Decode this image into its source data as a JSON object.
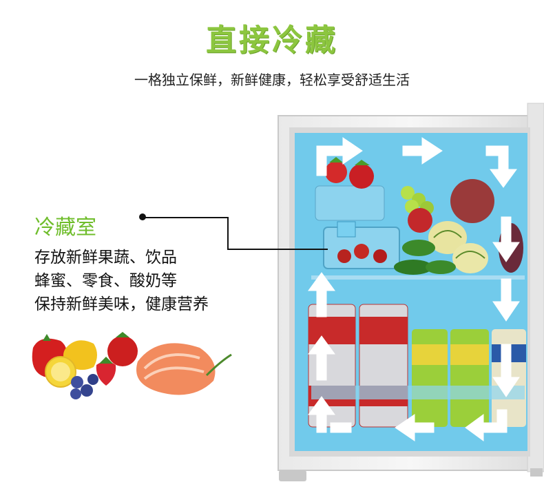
{
  "header": {
    "title": "直接冷藏",
    "subtitle": "一格独立保鲜，新鲜健康，轻松享受舒适生活"
  },
  "section": {
    "title": "冷藏室",
    "lines": [
      "存放新鲜果蔬、饮品",
      "蜂蜜、零食、酸奶等",
      "保持新鲜美味，健康营养"
    ]
  },
  "colors": {
    "accent_green": "#8cc63f",
    "cooling_blue": "#5fc8ee",
    "arrow_white": "#ffffff"
  },
  "icons": [
    "fridge-illustration",
    "airflow-arrow",
    "fruit-vegetable-group",
    "salmon-slice"
  ]
}
